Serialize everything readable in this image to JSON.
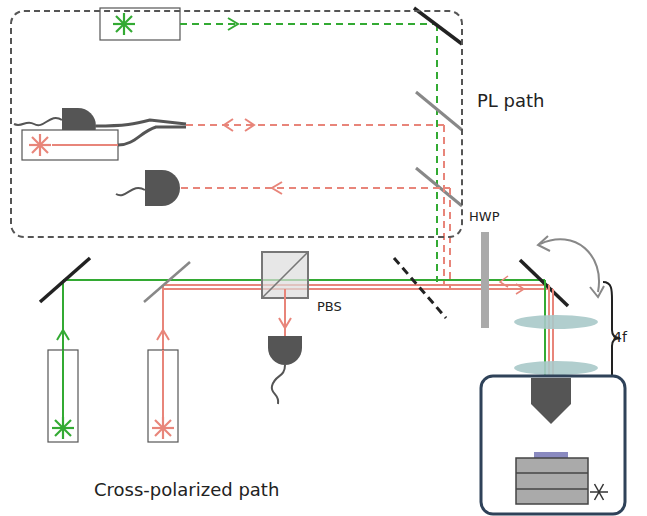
{
  "diagram": {
    "nodes": [
      {
        "text": [
          "PL path"
        ]
      }
    ],
    "labels": [
      "HWP",
      "PBS",
      "4f",
      "Cross-polarized path"
    ]
  }
}
